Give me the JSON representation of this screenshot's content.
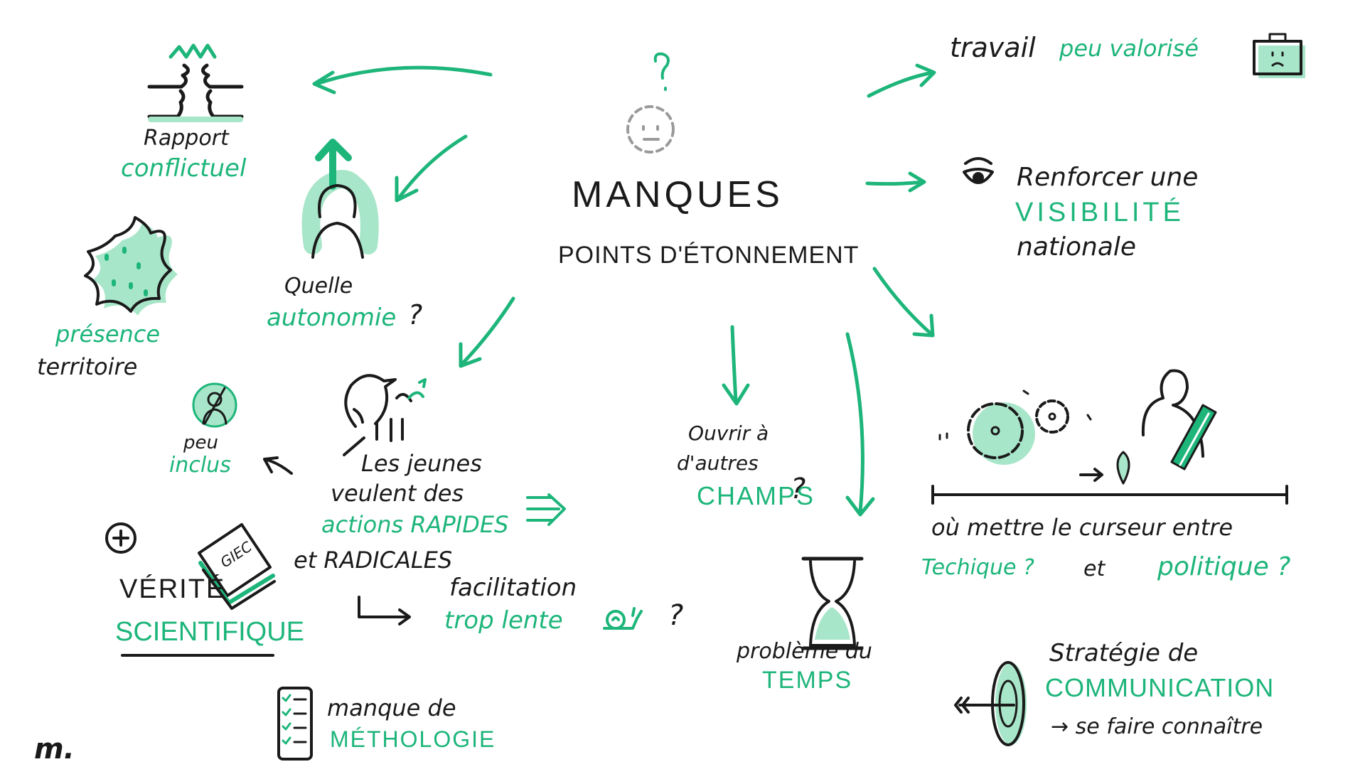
{
  "colors": {
    "accent": "#1db57a",
    "ink": "#1a1a1a",
    "light_accent": "#a8e6c9",
    "gray": "#9a9a9a"
  },
  "center": {
    "title": "MANQUES",
    "subtitle": "POINTS D'ÉTONNEMENT"
  },
  "nodes": {
    "rapport": {
      "line1": "Rapport",
      "line2": "conflictuel"
    },
    "autonomie": {
      "line1": "Quelle",
      "line2": "autonomie",
      "mark": "?"
    },
    "presence": {
      "line1": "présence",
      "line2": "territoire"
    },
    "inclus": {
      "line1": "peu",
      "line2": "inclus"
    },
    "jeunes": {
      "line1": "Les jeunes",
      "line2": "veulent des",
      "line3": "actions RAPIDES",
      "line4": "et RADICALES"
    },
    "facilitation": {
      "line1": "facilitation",
      "line2": "trop lente",
      "mark": "?"
    },
    "verite": {
      "line1": "VÉRITÉ",
      "line2": "SCIENTIFIQUE",
      "book": "GIEC"
    },
    "methodologie": {
      "line1": "manque de",
      "line2": "MÉTHOLOGIE"
    },
    "champs": {
      "line1": "Ouvrir à",
      "line2": "d'autres",
      "line3": "CHAMPS",
      "mark": "?"
    },
    "temps": {
      "line1": "problème du",
      "line2": "TEMPS"
    },
    "travail": {
      "line1": "travail",
      "line2": "peu valorisé"
    },
    "visibilite": {
      "line1": "Renforcer une",
      "line2": "VISIBILITÉ",
      "line3": "nationale"
    },
    "curseur": {
      "line1": "où mettre le curseur entre",
      "left": "Techique ?",
      "and": "et",
      "right": "politique ?"
    },
    "strategie": {
      "line1": "Stratégie de",
      "line2": "COMMUNICATION",
      "line3": "→ se faire connaître"
    },
    "signature": "m."
  },
  "icons": {
    "center": "confused-face-icon",
    "rapport": "two-faces-conflict-icon",
    "autonomie": "person-arrow-up-icon",
    "presence": "france-map-icon",
    "inclus": "person-crossed-icon",
    "jeunes": "young-person-cap-icon",
    "facilitation": "snail-icon",
    "verite": "book-icon",
    "methodologie": "checklist-icon",
    "temps": "hourglass-icon",
    "travail": "sad-briefcase-icon",
    "visibilite": "eye-icon",
    "curseur": "gears-slider-icon",
    "strategie": "target-arrow-icon"
  }
}
